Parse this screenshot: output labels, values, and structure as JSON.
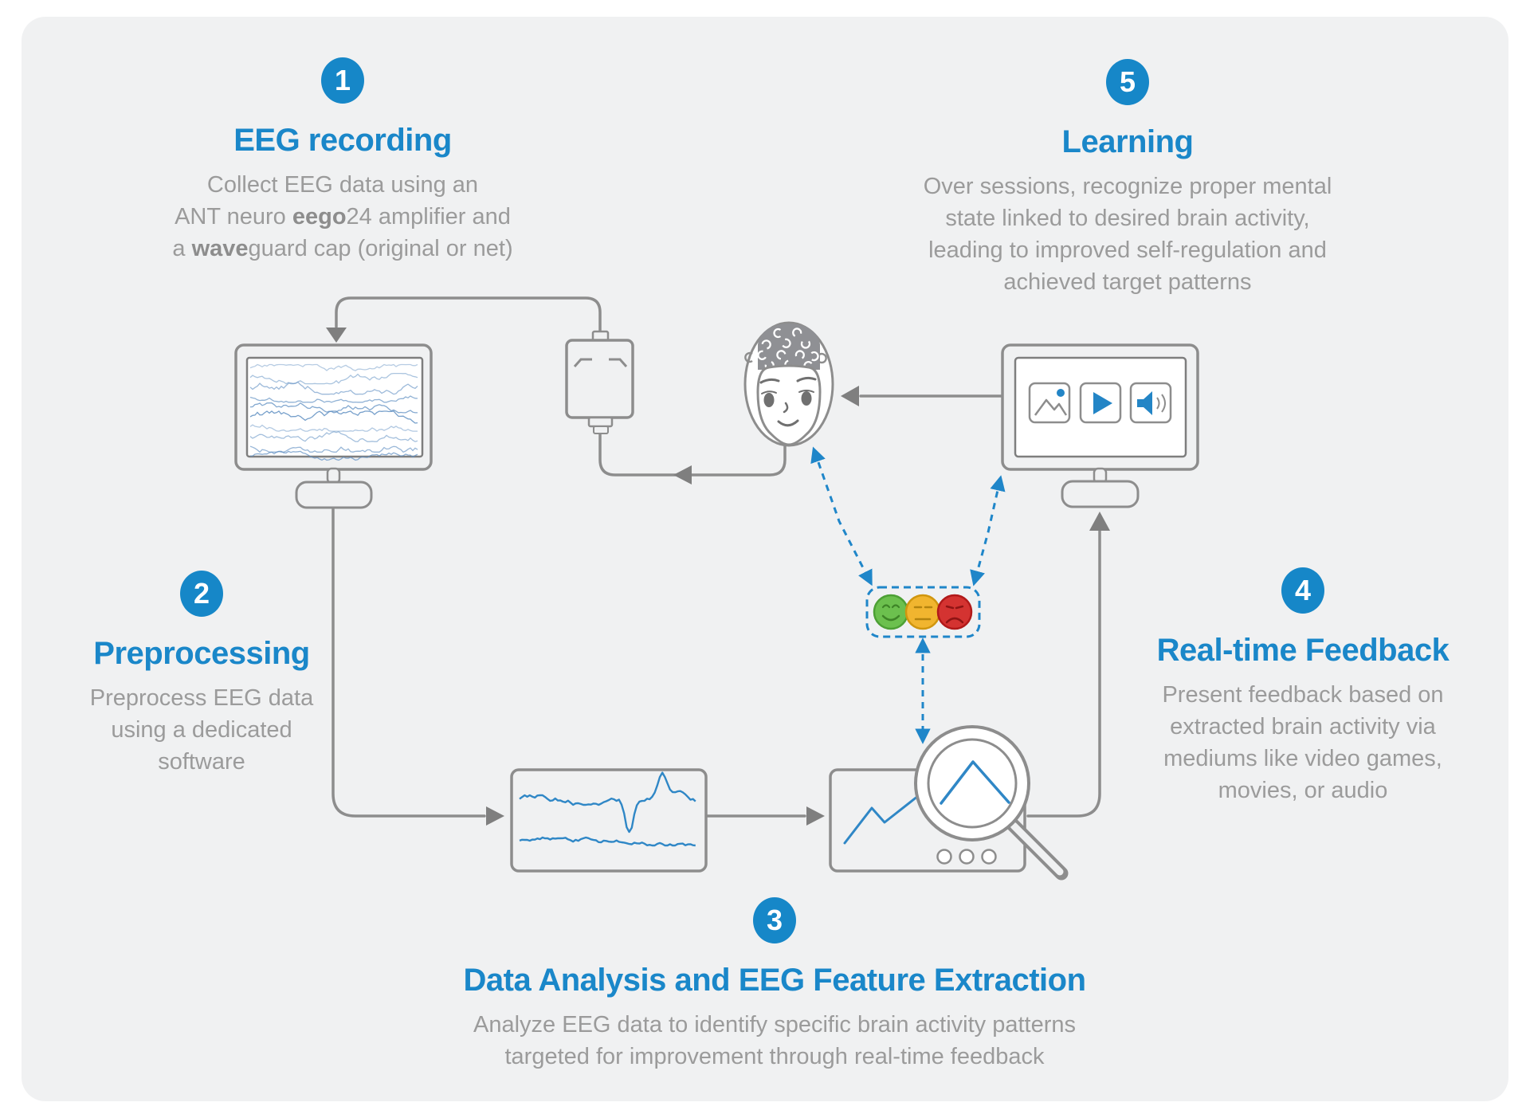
{
  "infographic": {
    "topic": "EEG neurofeedback loop",
    "steps": [
      {
        "number": "1",
        "title": "EEG recording",
        "body": [
          [
            {
              "t": "Collect EEG data using an"
            }
          ],
          [
            {
              "t": "ANT neuro "
            },
            {
              "t": "eego",
              "b": true
            },
            {
              "t": "24 amplifier and"
            }
          ],
          [
            {
              "t": "a "
            },
            {
              "t": "wave",
              "b": true
            },
            {
              "t": "guard cap (original or net)"
            }
          ]
        ]
      },
      {
        "number": "2",
        "title": "Preprocessing",
        "body": [
          [
            {
              "t": "Preprocess EEG data"
            }
          ],
          [
            {
              "t": "using a dedicated"
            }
          ],
          [
            {
              "t": "software"
            }
          ]
        ]
      },
      {
        "number": "3",
        "title": "Data Analysis and EEG Feature Extraction",
        "body": [
          [
            {
              "t": "Analyze EEG data to identify specific brain activity patterns"
            }
          ],
          [
            {
              "t": "targeted for improvement through real-time feedback"
            }
          ]
        ]
      },
      {
        "number": "4",
        "title": "Real-time Feedback",
        "body": [
          [
            {
              "t": "Present feedback based on"
            }
          ],
          [
            {
              "t": "extracted brain activity via"
            }
          ],
          [
            {
              "t": "mediums like video games,"
            }
          ],
          [
            {
              "t": "movies, or audio"
            }
          ]
        ]
      },
      {
        "number": "5",
        "title": "Learning",
        "body": [
          [
            {
              "t": "Over sessions, recognize proper mental"
            }
          ],
          [
            {
              "t": "state linked to desired brain activity,"
            }
          ],
          [
            {
              "t": "leading to improved self-regulation and"
            }
          ],
          [
            {
              "t": "achieved target patterns"
            }
          ]
        ]
      }
    ],
    "feedback_faces": [
      {
        "mood": "happy",
        "color": "#6cc04e"
      },
      {
        "mood": "neutral",
        "color": "#f1b52f"
      },
      {
        "mood": "sad",
        "color": "#d43331"
      }
    ],
    "monitor_icons": [
      "image-icon",
      "play-icon",
      "audio-icon"
    ],
    "colors": {
      "accent_blue": "#1687c8",
      "title_blue": "#1a87c9",
      "body_gray": "#9b9b9b",
      "outline_gray": "#8d8d8d",
      "dashed_blue": "#1f86c9",
      "signal_blue": "#2f87c6",
      "eeg_trace_blue": "#5f8fc2",
      "panel_background": "#f0f1f2"
    }
  }
}
